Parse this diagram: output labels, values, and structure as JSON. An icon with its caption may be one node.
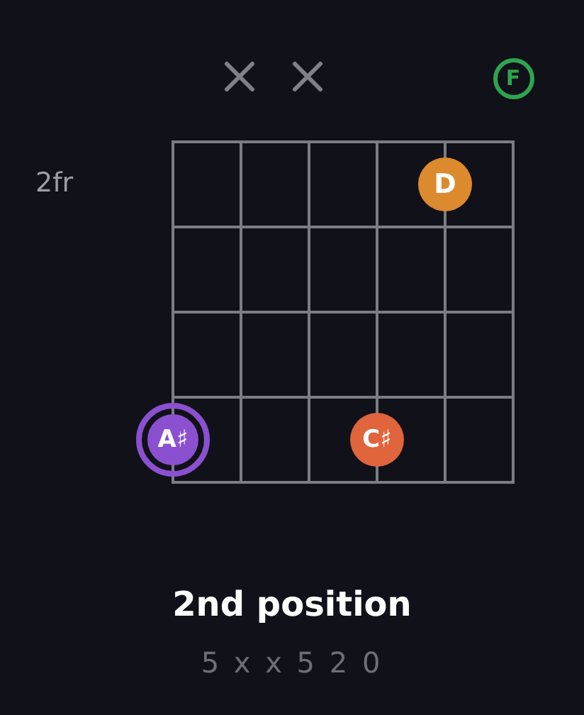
{
  "diagram": {
    "title": "2nd position",
    "nodes": [
      {
        "text": [
          "F"
        ]
      },
      {
        "text": [
          "D"
        ]
      },
      {
        "text": [
          "A♯"
        ]
      },
      {
        "text": [
          "C♯"
        ]
      }
    ],
    "edges": [],
    "labels": [
      "2fr",
      "5 x x 5 2 0"
    ]
  }
}
